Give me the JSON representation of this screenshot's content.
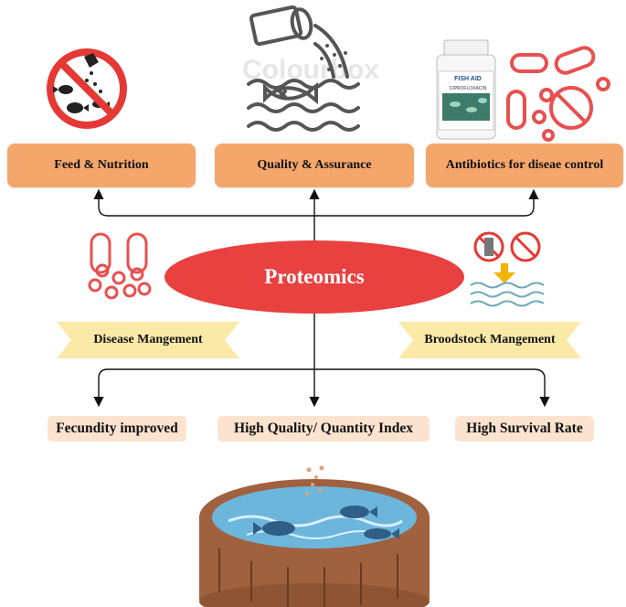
{
  "watermark": "Colourbox",
  "center": {
    "label": "Proteomics"
  },
  "top_boxes": [
    {
      "label": "Feed & Nutrition"
    },
    {
      "label": "Quality & Assurance"
    },
    {
      "label": "Antibiotics for diseae control"
    }
  ],
  "ribbons": [
    {
      "label": "Disease Mangement"
    },
    {
      "label": "Broodstock Mangement"
    }
  ],
  "outcomes": [
    {
      "label": "Fecundity improved"
    },
    {
      "label": "High Quality/ Quantity Index"
    },
    {
      "label": "High Survival Rate"
    }
  ],
  "medicine_bottle": {
    "brand": "FISH AID",
    "product": "CIPROFLOXACIN"
  },
  "colors": {
    "box_fill": "#f5a66b",
    "ellipse_fill": "#e8413f",
    "ribbon_fill": "#fbe9a8",
    "outcome_fill": "#fce3cf",
    "icon_red": "#e85050",
    "line": "#111111"
  }
}
